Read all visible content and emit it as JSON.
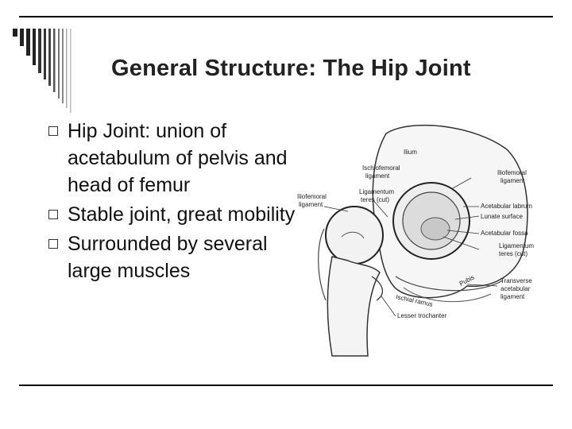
{
  "slide": {
    "title": "General Structure: The Hip Joint",
    "bullets": [
      {
        "text": "Hip Joint: union of acetabulum of pelvis and head of femur"
      },
      {
        "text": "Stable joint, great mobility"
      },
      {
        "text": "Surrounded by several large muscles"
      }
    ]
  },
  "figure": {
    "labels": {
      "ilium": "Ilium",
      "ischiofemoral_1": "Ischiofemoral",
      "ischiofemoral_2": "ligament",
      "iliofemoral_left_1": "Iliofemoral",
      "iliofemoral_left_2": "ligament",
      "ligamentum_teres_1": "Ligamentum",
      "ligamentum_teres_2": "teres (cut)",
      "iliofemoral_right_1": "Iliofemoral",
      "iliofemoral_right_2": "ligament",
      "acetabular_labrum": "Acetabular labrum",
      "lunate_surface": "Lunate surface",
      "acetabular_fossa": "Acetabular fossa",
      "ligamentum_teres_r1": "Ligamentum",
      "ligamentum_teres_r2": "teres (cut)",
      "ischial_ramus": "Ischial ramus",
      "pubis": "Pubis",
      "transverse_1": "Transverse",
      "transverse_2": "acetabular",
      "transverse_3": "ligament",
      "lesser_trochanter": "Lesser trochanter"
    }
  }
}
